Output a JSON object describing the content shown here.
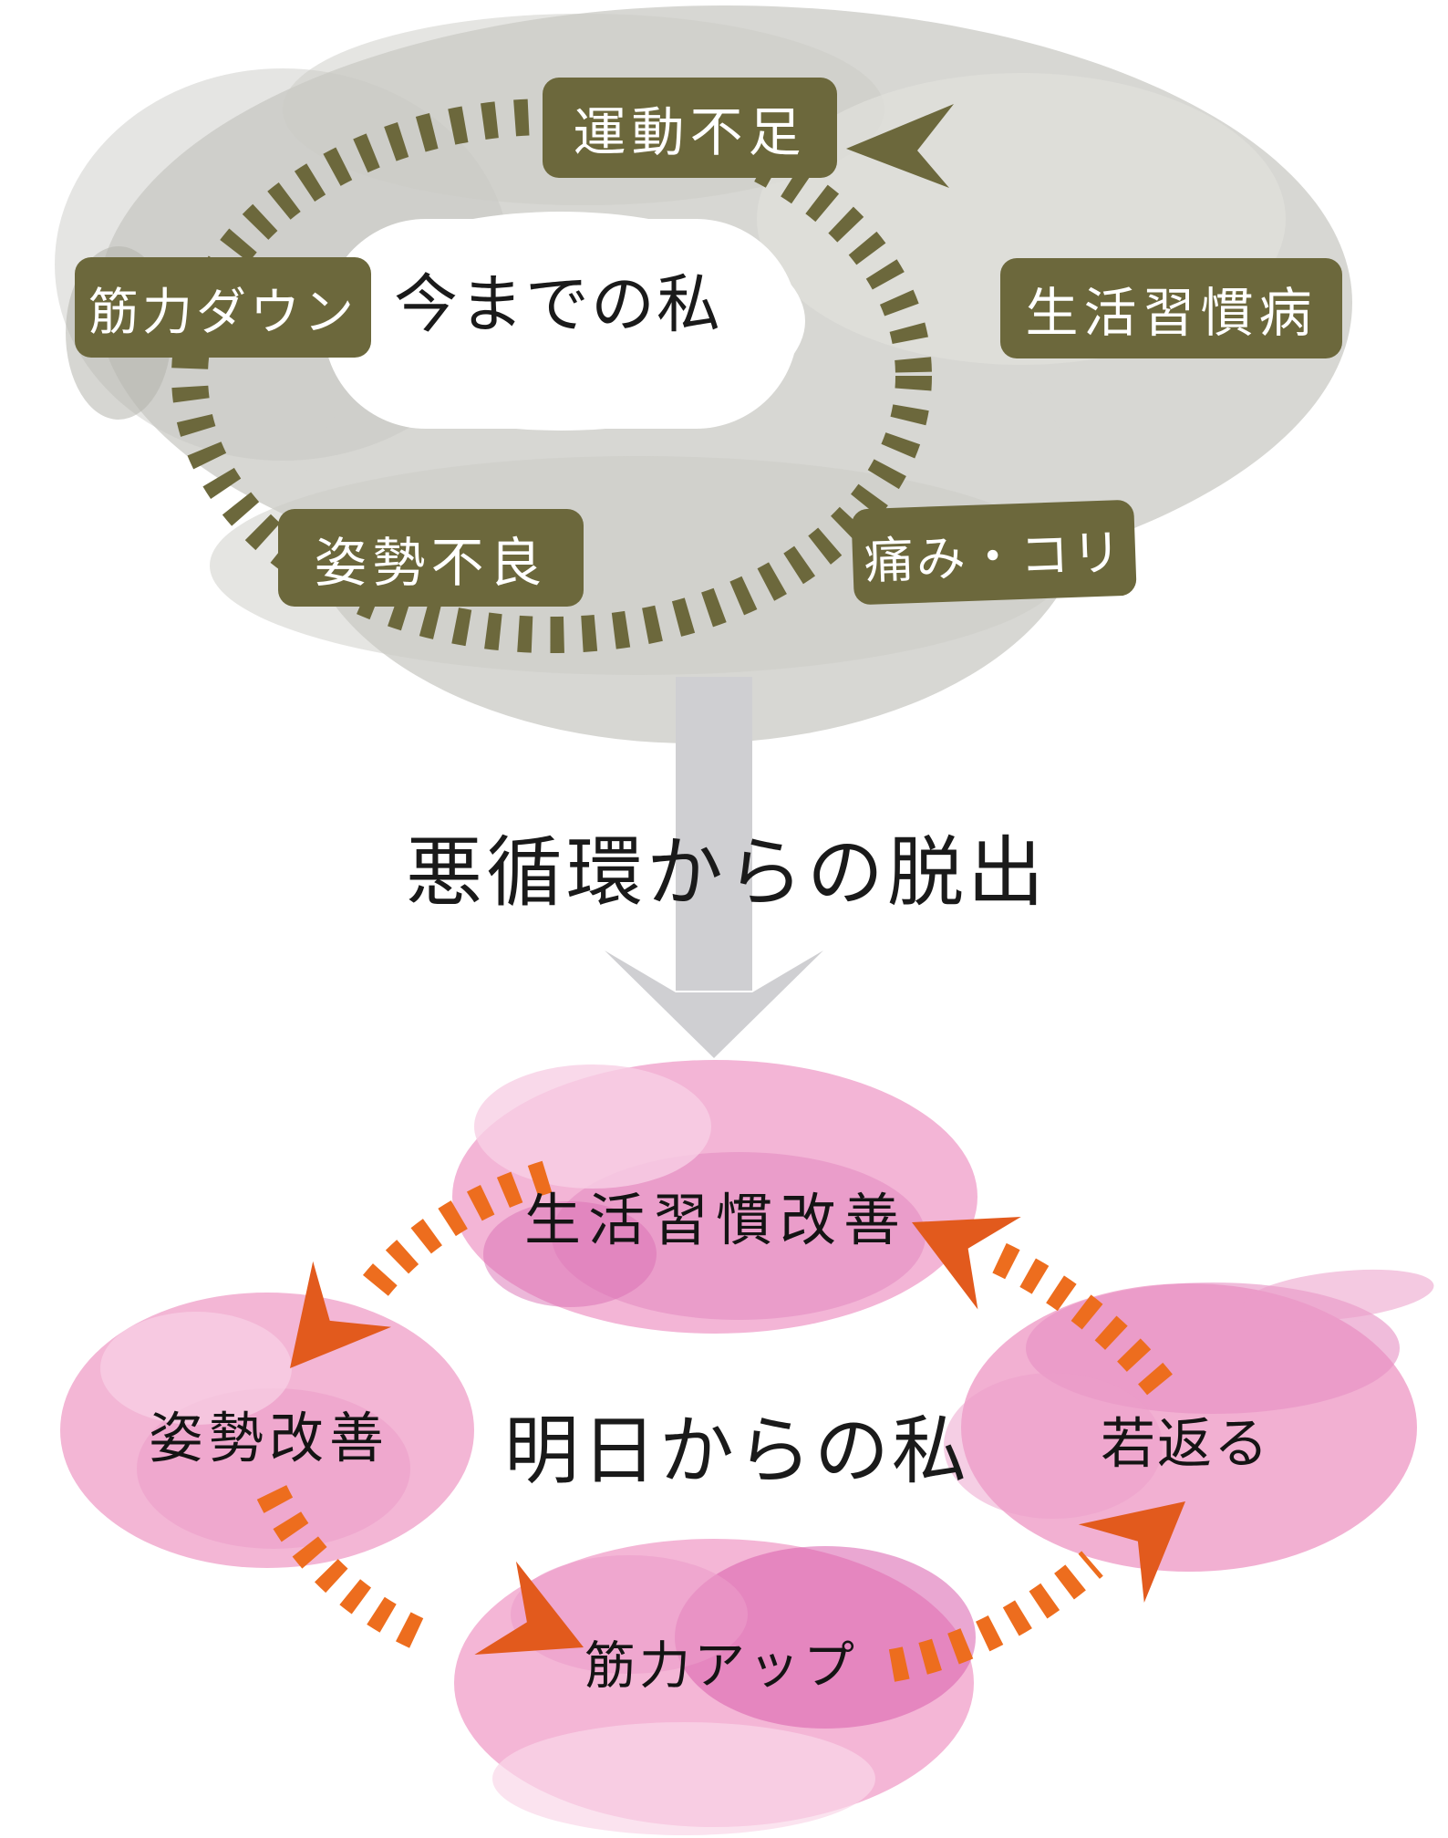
{
  "top_cycle": {
    "center_label": "今までの私",
    "items": [
      {
        "id": "undou-busoku",
        "label": "運動不足"
      },
      {
        "id": "seikatsu-shukanbyo",
        "label": "生活習慣病"
      },
      {
        "id": "itami-kori",
        "label": "痛み・コリ"
      },
      {
        "id": "shisei-furyo",
        "label": "姿勢不良"
      },
      {
        "id": "kinryoku-down",
        "label": "筋力ダウン"
      }
    ]
  },
  "transition": {
    "label": "悪循環からの脱出"
  },
  "bottom_cycle": {
    "center_label": "明日からの私",
    "items": [
      {
        "id": "seikatsu-kaizen",
        "label": "生活習慣改善"
      },
      {
        "id": "shisei-kaizen",
        "label": "姿勢改善"
      },
      {
        "id": "kinryoku-up",
        "label": "筋力アップ"
      },
      {
        "id": "wakagaeru",
        "label": "若返る"
      }
    ]
  },
  "colors": {
    "olive": "#6c683c",
    "box_text": "#ffffff",
    "gray_blob": "#d7d7d3",
    "gray_arrow": "#cfcfd2",
    "pink_blob": "#f3b5d6",
    "orange_dash": "#ed6d1e",
    "orange_arrowhead": "#e25a1d",
    "text": "#1a1a1a",
    "background": "#ffffff"
  }
}
